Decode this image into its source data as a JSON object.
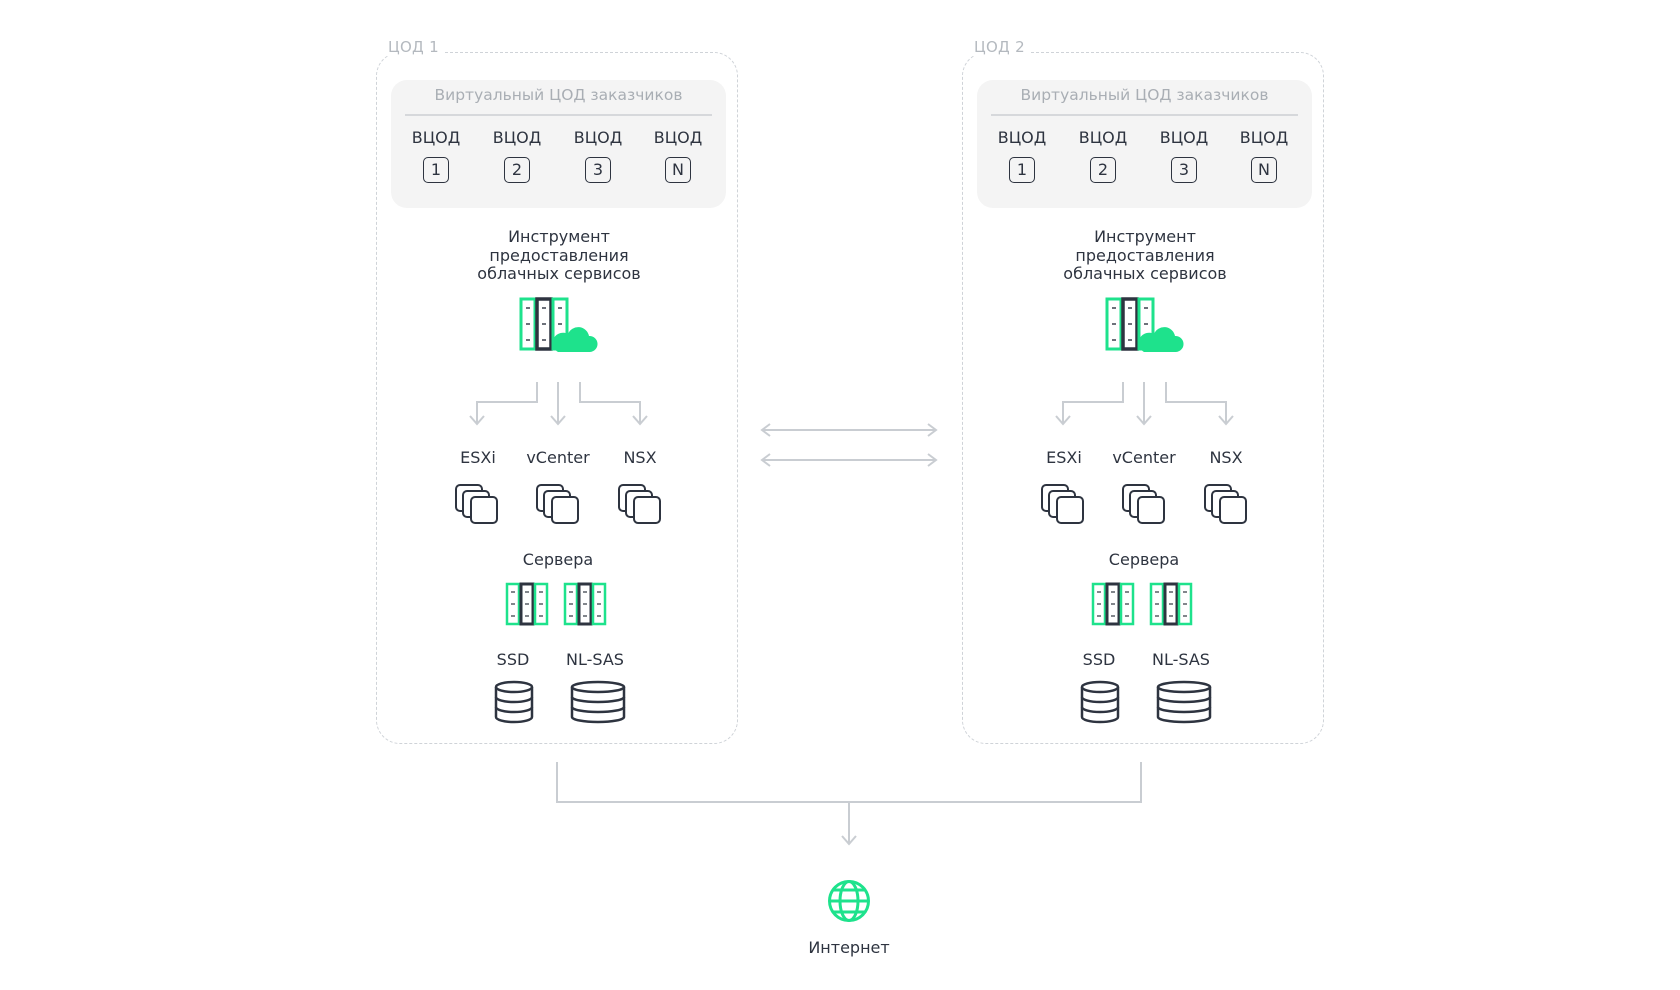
{
  "datacenters": [
    {
      "title": "ЦОД 1",
      "vdc_title": "Виртуальный ЦОД заказчиков",
      "vdc_items": [
        {
          "label": "ВЦОД",
          "num": "1"
        },
        {
          "label": "ВЦОД",
          "num": "2"
        },
        {
          "label": "ВЦОД",
          "num": "3"
        },
        {
          "label": "ВЦОД",
          "num": "N"
        }
      ],
      "tool_title": [
        "Инструмент",
        "предоставления",
        "облачных сервисов"
      ],
      "components": [
        "ESXi",
        "vCenter",
        "NSX"
      ],
      "servers_label": "Сервера",
      "storage": [
        "SSD",
        "NL-SAS"
      ]
    },
    {
      "title": "ЦОД 2",
      "vdc_title": "Виртуальный ЦОД заказчиков",
      "vdc_items": [
        {
          "label": "ВЦОД",
          "num": "1"
        },
        {
          "label": "ВЦОД",
          "num": "2"
        },
        {
          "label": "ВЦОД",
          "num": "3"
        },
        {
          "label": "ВЦОД",
          "num": "N"
        }
      ],
      "tool_title": [
        "Инструмент",
        "предоставления",
        "облачных сервисов"
      ],
      "components": [
        "ESXi",
        "vCenter",
        "NSX"
      ],
      "servers_label": "Сервера",
      "storage": [
        "SSD",
        "NL-SAS"
      ]
    }
  ],
  "internet_label": "Интернет",
  "colors": {
    "accent": "#1ee28c",
    "dark": "#2e3440",
    "muted": "#b4b9bf",
    "line": "#c9cdd2"
  },
  "icons": [
    "cloud-server-icon",
    "stacked-windows-icon",
    "server-rack-icon",
    "database-icon",
    "globe-icon",
    "arrow-down-icon",
    "bidirectional-arrow-icon"
  ]
}
